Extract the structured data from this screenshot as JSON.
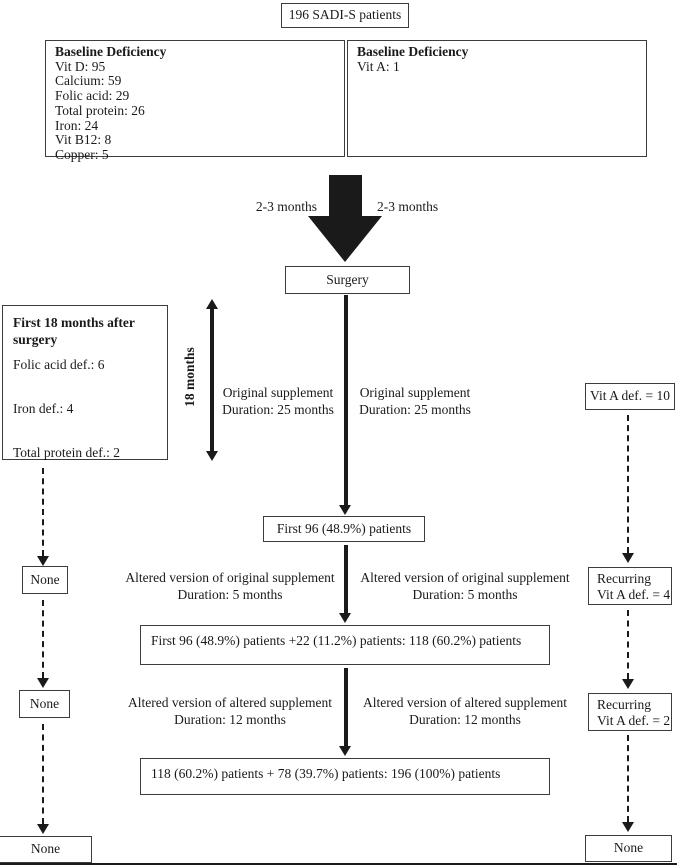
{
  "colors": {
    "ink": "#1a1a1a",
    "border": "#3c3c3c",
    "background": "#ffffff"
  },
  "top_box": {
    "label": "196 SADI-S patients"
  },
  "baseline_left": {
    "title": "Baseline Deficiency",
    "lines": [
      "Vit D: 95",
      "Calcium: 59",
      "Folic acid: 29",
      "Total protein: 26",
      "Iron: 24",
      "Vit B12: 8",
      "Copper: 5"
    ]
  },
  "baseline_right": {
    "title": "Baseline Deficiency",
    "lines": [
      "Vit A: 1"
    ]
  },
  "pre_surgery": {
    "label_left": "2-3 months",
    "label_right": "2-3 months"
  },
  "surgery_box": {
    "label": "Surgery"
  },
  "first18_box": {
    "title": "First 18 months after surgery",
    "lines": [
      "Folic acid def.: 6",
      "Iron def.: 4",
      "Total protein def.: 2"
    ]
  },
  "timeline": {
    "label": "18 months"
  },
  "stage1": {
    "left": [
      "Original supplement",
      "Duration:  25 months"
    ],
    "right": [
      "Original supplement",
      "Duration:  25 months"
    ]
  },
  "vit_a_box": {
    "label": "Vit A def. = 10"
  },
  "first96_box": {
    "label": "First 96 (48.9%) patients"
  },
  "none_left_1": {
    "label": "None"
  },
  "stage2": {
    "left": [
      "Altered version of original supplement",
      "Duration: 5 months"
    ],
    "right": [
      "Altered version of original supplement",
      "Duration: 5 months"
    ]
  },
  "recurring4_box": {
    "lines": [
      "Recurring",
      "Vit A def. = 4"
    ]
  },
  "wide_box_1": {
    "label": "First 96 (48.9%) patients +22 (11.2%) patients: 118 (60.2%) patients"
  },
  "none_left_2": {
    "label": "None"
  },
  "stage3": {
    "left": [
      "Altered version of altered supplement",
      "Duration: 12 months"
    ],
    "right": [
      "Altered version of altered supplement",
      "Duration: 12 months"
    ]
  },
  "recurring2_box": {
    "lines": [
      "Recurring",
      "Vit A def. = 2"
    ]
  },
  "wide_box_2": {
    "label": "118 (60.2%) patients + 78 (39.7%) patients: 196 (100%) patients"
  },
  "none_bottom_left": {
    "label": "None"
  },
  "none_bottom_right": {
    "label": "None"
  }
}
